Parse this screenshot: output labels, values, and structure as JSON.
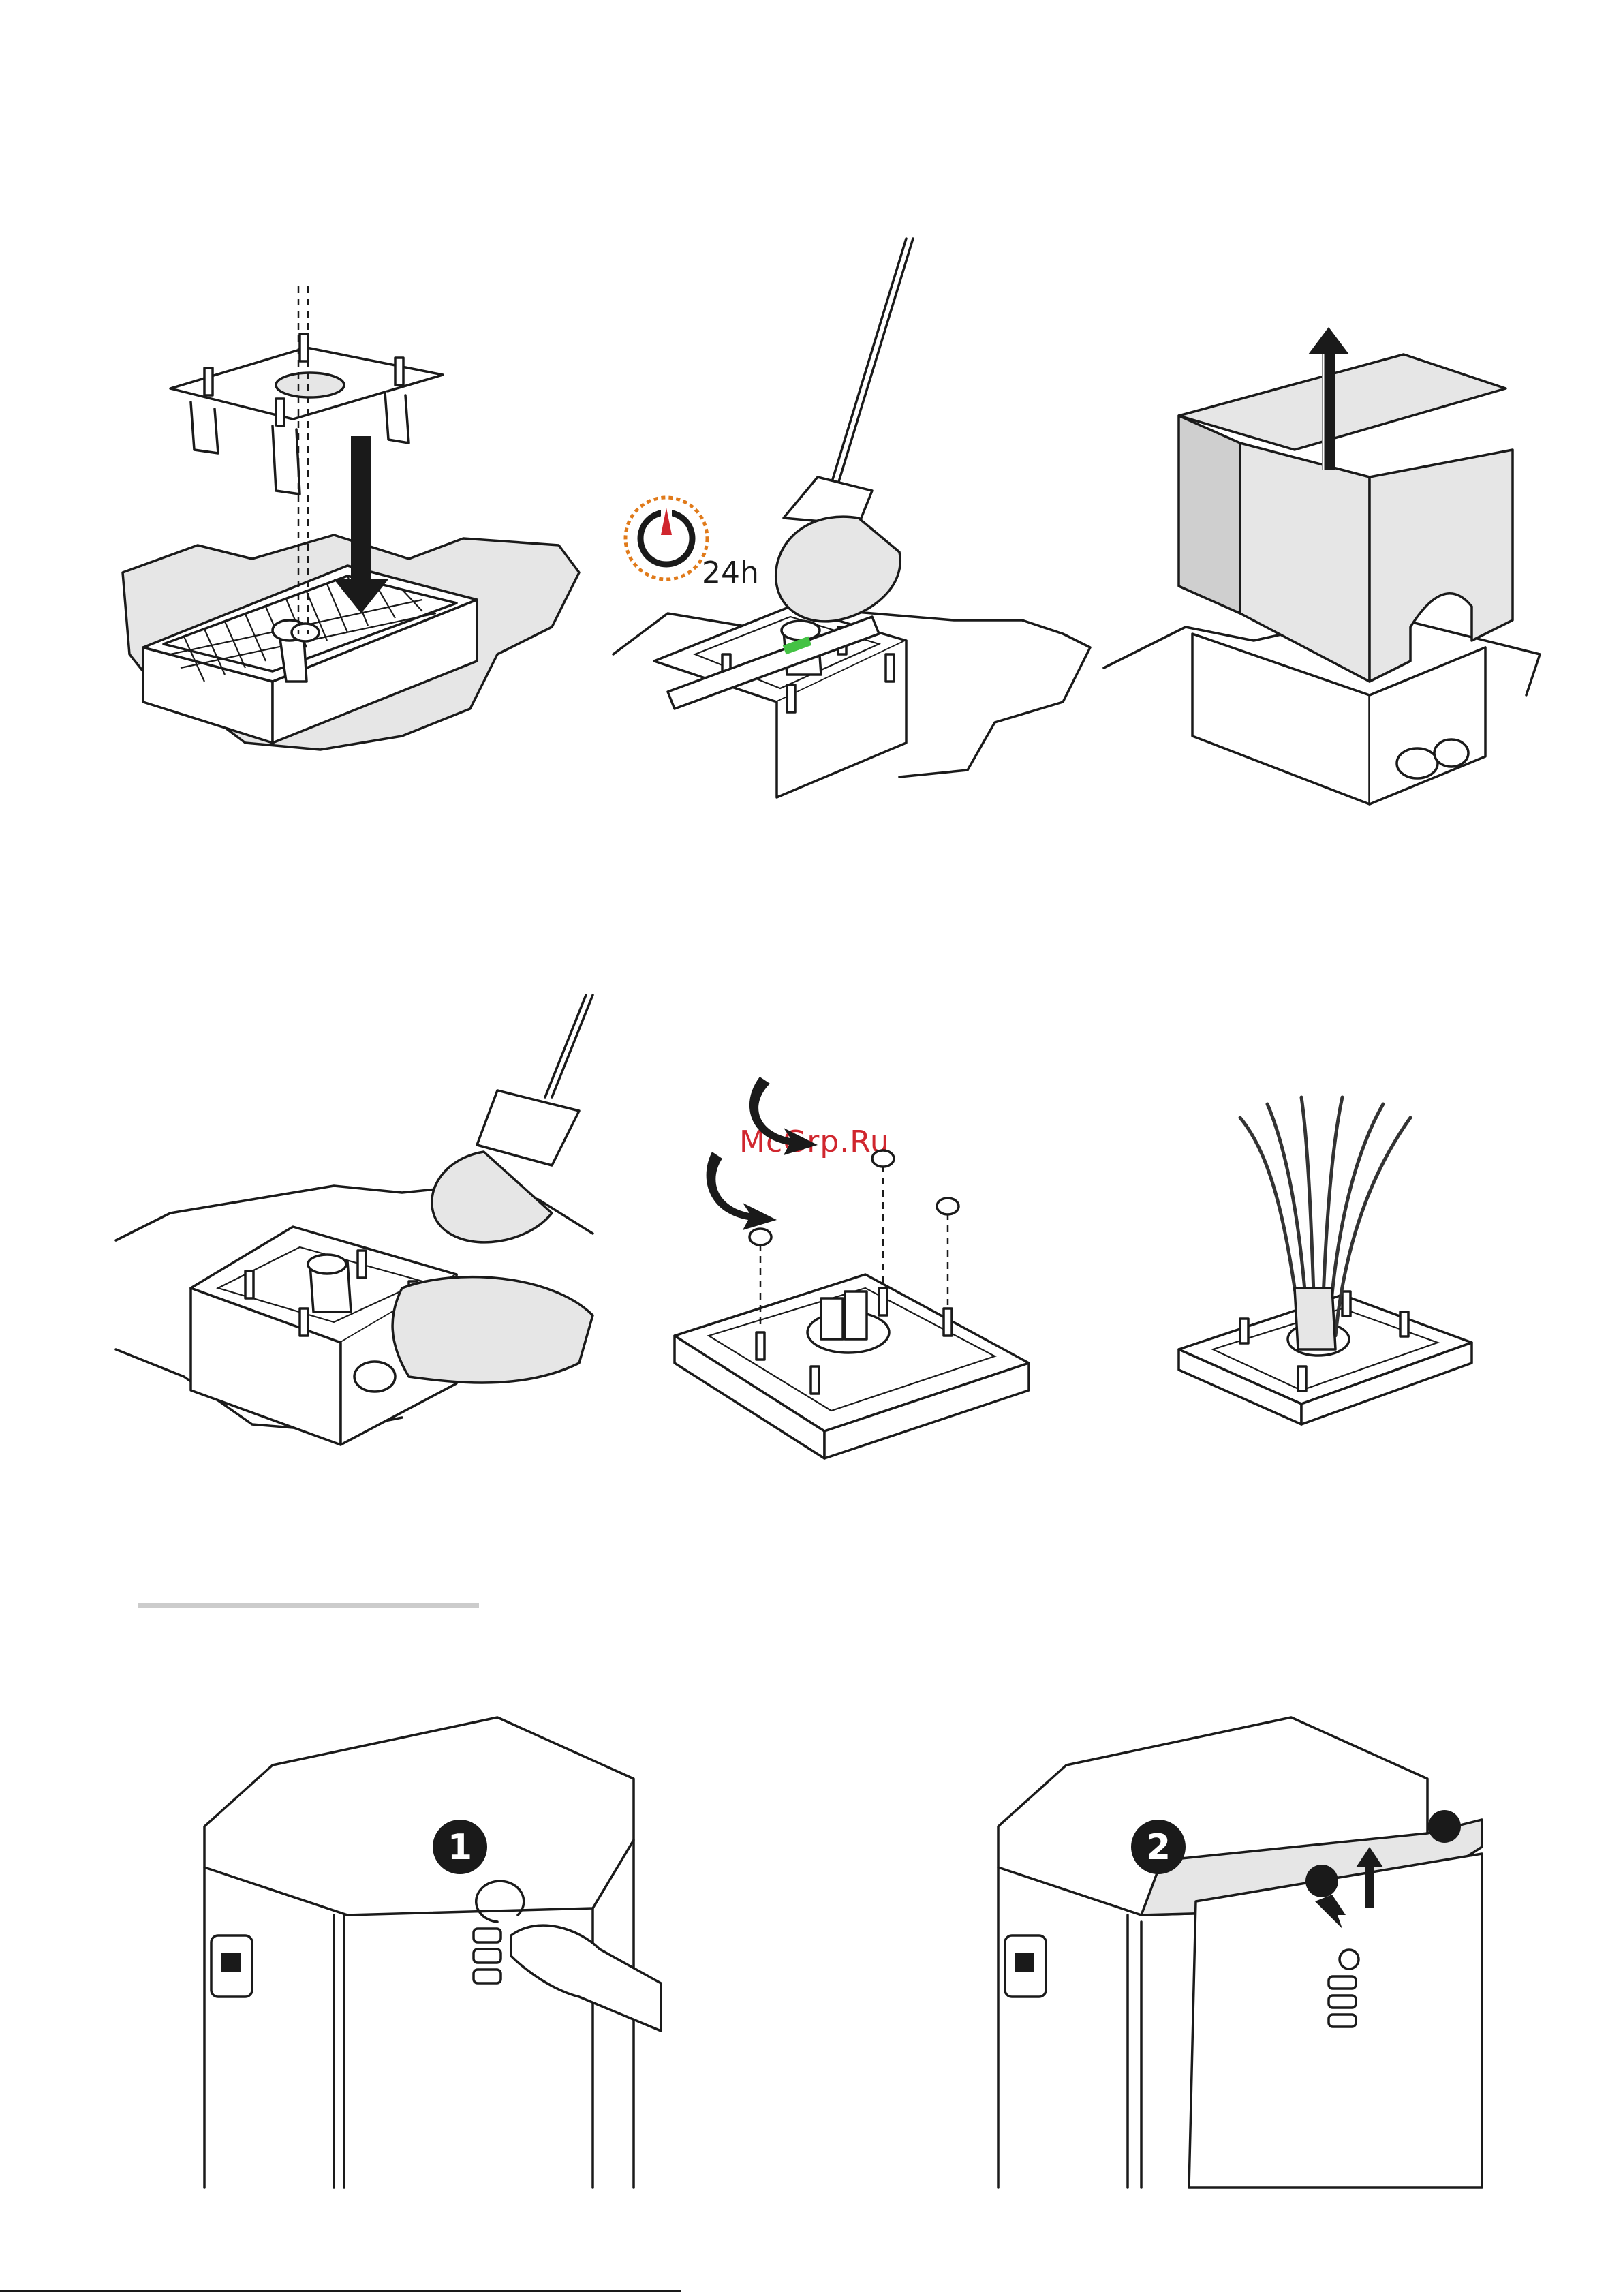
{
  "timer": {
    "label": "24h",
    "accent": "#e07a1a",
    "hand_color": "#d0262e"
  },
  "watermark": {
    "text": "McGrp.Ru",
    "color": "#d0262e"
  },
  "steps": [
    {
      "number": "1"
    },
    {
      "number": "2"
    }
  ],
  "icons": {
    "panel_1": "anchor-plate-into-cage-illustration",
    "panel_2": "level-and-concrete-illustration",
    "panel_3": "lift-formwork-illustration",
    "panel_4": "backfill-base-illustration",
    "panel_5": "unscrew-nuts-illustration",
    "panel_6": "cables-through-plate-illustration",
    "panel_7": "unlock-key-cabinet-illustration",
    "panel_8": "open-cover-cabinet-illustration"
  }
}
